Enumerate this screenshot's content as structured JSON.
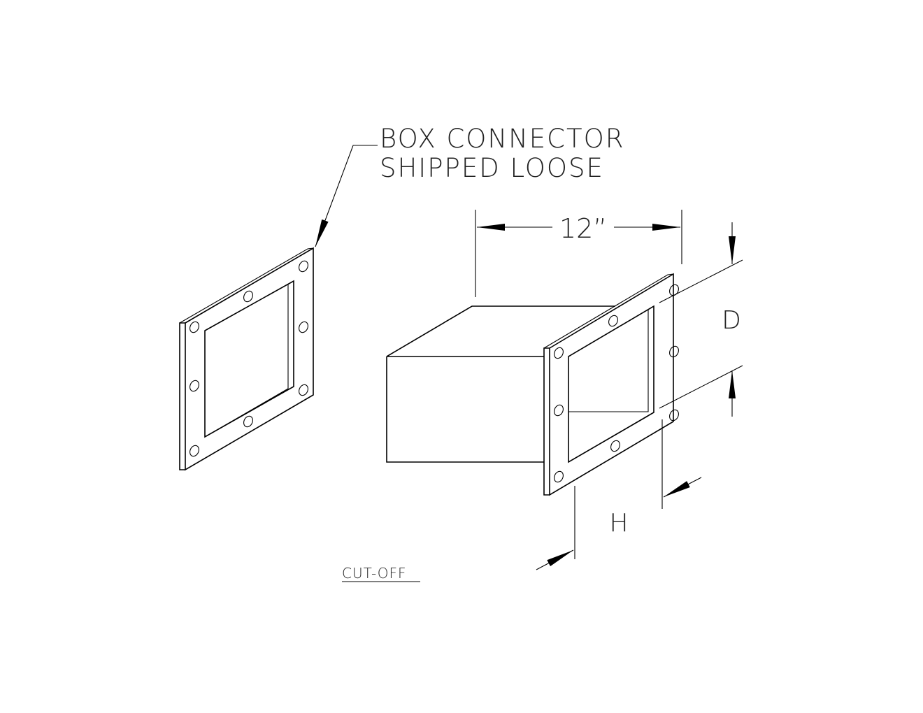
{
  "callout": {
    "line1": "BOX CONNECTOR",
    "line2": "SHIPPED LOOSE"
  },
  "dimensions": {
    "length": "12”",
    "depth": "D",
    "height": "H"
  },
  "caption": "CUT-OFF"
}
